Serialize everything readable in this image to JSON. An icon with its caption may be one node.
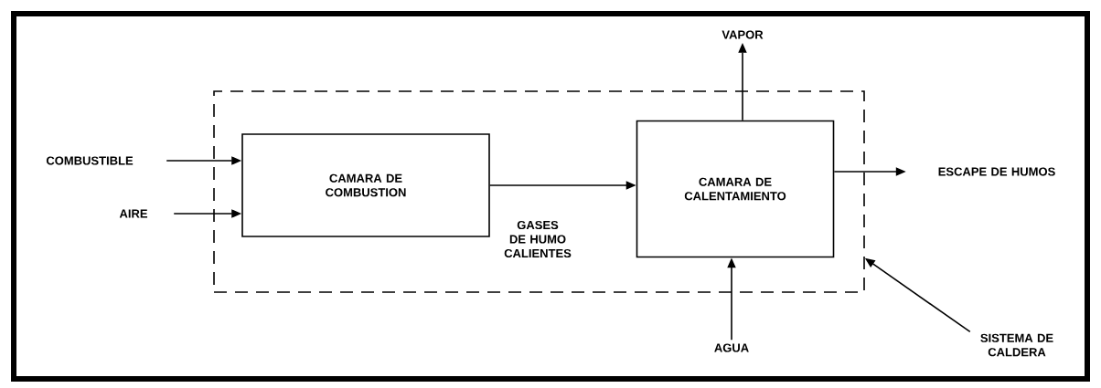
{
  "diagram": {
    "nodes": [
      {
        "text": [],
        "shape": "box"
      },
      {
        "text": [
          "CAMARA DE COMBUSTION"
        ],
        "in": 0
      },
      {
        "text": [
          "CAMARA DE CALENTAMIENTO"
        ],
        "in": 0
      },
      {
        "text": [
          "COMBUSTIBLE"
        ]
      },
      {
        "text": [
          "AIRE"
        ]
      },
      {
        "text": [
          "VAPOR"
        ]
      },
      {
        "text": [
          "ESCAPE DE HUMOS"
        ]
      },
      {
        "text": [
          "AGUA"
        ]
      },
      {
        "text": [
          "SISTEMA DE CALDERA"
        ]
      }
    ],
    "edges": [
      {
        "from": 3,
        "to": 1,
        "arrow": "to"
      },
      {
        "from": 4,
        "to": 1,
        "arrow": "to"
      },
      {
        "from": 1,
        "to": 2,
        "arrow": "to",
        "label": "GASES DE HUMO CALIENTES"
      },
      {
        "from": 2,
        "to": 5,
        "arrow": "to"
      },
      {
        "from": 2,
        "to": 6,
        "arrow": "to"
      },
      {
        "from": 7,
        "to": 2,
        "arrow": "to"
      },
      {
        "from": 8,
        "to": 0,
        "arrow": "to"
      }
    ]
  }
}
